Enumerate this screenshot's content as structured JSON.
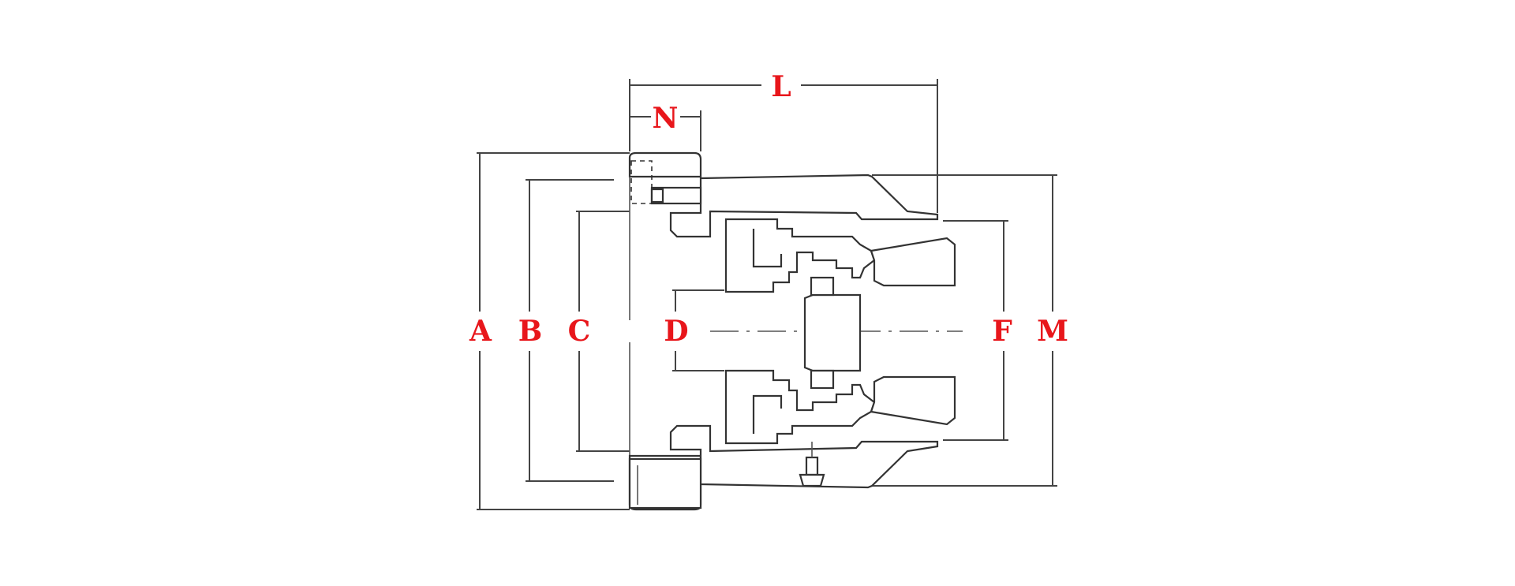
{
  "colors": {
    "label": "#e8161b",
    "line": "#444444"
  },
  "dimensions": {
    "A": "A",
    "B": "B",
    "C": "C",
    "D": "D",
    "F": "F",
    "M": "M",
    "L": "L",
    "N": "N"
  }
}
